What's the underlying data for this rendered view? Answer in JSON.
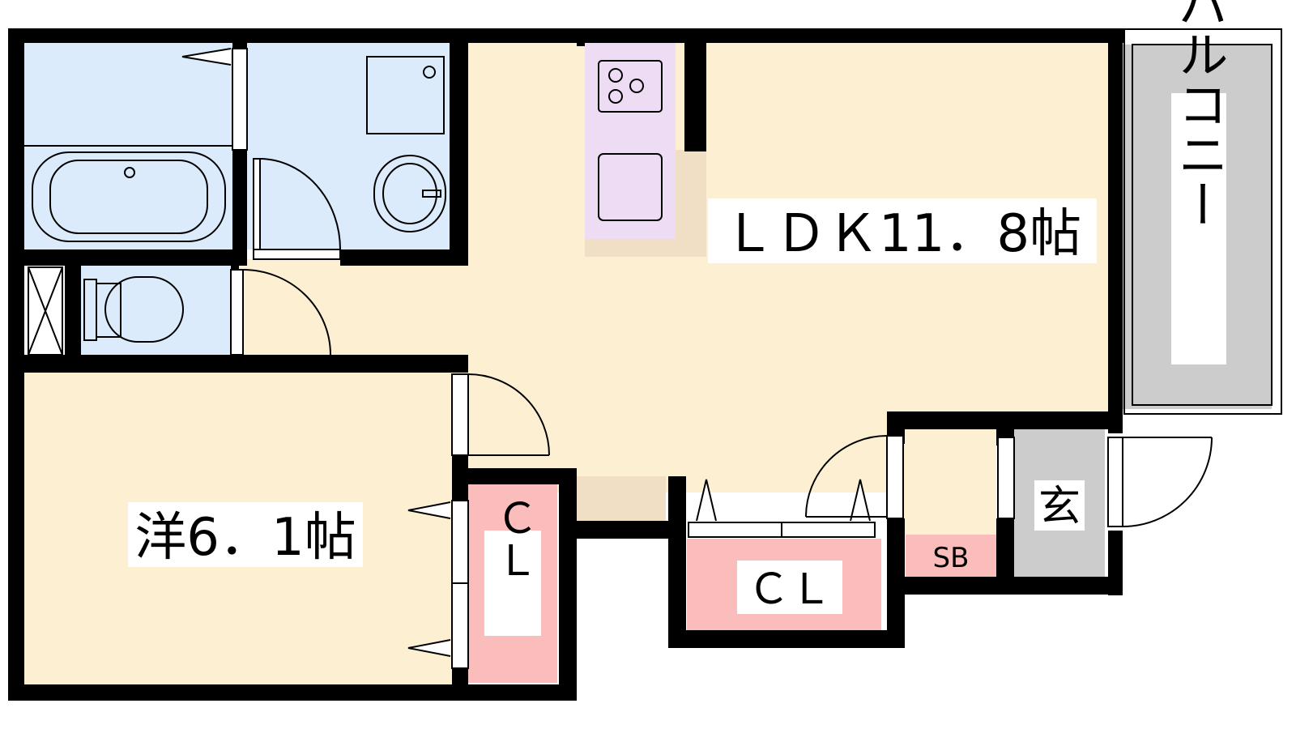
{
  "rooms": {
    "ldk": "ＬＤＫ11．8帖",
    "western": "洋6．1帖",
    "closet_western": "ＣＬ",
    "closet_hall": "ＣＬ",
    "shoe_box": "SB",
    "entrance": "玄",
    "balcony": "バルコニー"
  },
  "colors": {
    "wall": "#000000",
    "ldk_floor": "#fdf0d2",
    "wet_area": "#dcebfb",
    "kitchen": "#eedcf5",
    "closet": "#fbbcbc",
    "entrance": "#cccccc",
    "balcony": "#cccccc",
    "storage": "#f0dfc4"
  }
}
